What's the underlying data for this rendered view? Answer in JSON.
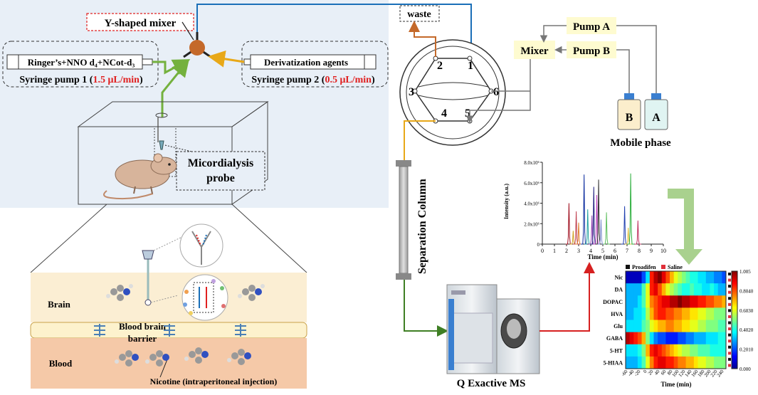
{
  "labels": {
    "y_mixer": "Y-shaped  mixer",
    "syringe1_content": "Ringer’s+NNO d₄+NCot-d₃",
    "syringe1_caption": "Syringe pump 1 (",
    "syringe1_rate": "1.5 μL/min",
    "syringe1_close": ")",
    "syringe2_content": "Derivatization  agents",
    "syringe2_caption": "Syringe pump 2 (",
    "syringe2_rate": "0.5 μL/min",
    "syringe2_close": ")",
    "probe_line1": "Micordialysis",
    "probe_line2": "probe",
    "waste": "waste",
    "mixer": "Mixer",
    "pump_a": "Pump A",
    "pump_b": "Pump B",
    "bottle_a": "A",
    "bottle_b": "B",
    "mobile_phase": "Mobile phase",
    "column": "Separation Column",
    "ms": "Q Exactive MS",
    "brain": "Brain",
    "bbb_line1": "Blood brain",
    "bbb_line2": "barrier",
    "blood": "Blood",
    "nicotine": "Nicotine (intraperitoneal injection)",
    "valve_ports": [
      "1",
      "2",
      "3",
      "4",
      "5",
      "6"
    ]
  },
  "colors": {
    "pump_box": "#fefbd0",
    "panel": "#e8eff7",
    "brain_layer": "#fbeed3",
    "blood_layer": "#f5c9a8",
    "red_text": "#e02020",
    "blue_line": "#1a6fb8",
    "green_line": "#74b13e",
    "orange_line": "#e8a818",
    "brown_line": "#c4692a",
    "dark_green": "#3f7f24",
    "red_line": "#d62020"
  },
  "chart_data": [
    {
      "type": "line",
      "title": "",
      "xlabel": "Time (min)",
      "ylabel": "Intensity (a.u.)",
      "xlim": [
        0,
        10
      ],
      "ylim": [
        0,
        8
      ],
      "x_ticks": [
        "0",
        "1",
        "2",
        "3",
        "4",
        "5",
        "6",
        "7",
        "8",
        "9",
        "10"
      ],
      "y_ticks": [
        "0",
        "2.0x10⁶",
        "4.0x10⁶",
        "6.0x10⁶",
        "8.0x10⁶"
      ],
      "peaks": [
        {
          "rt": 2.2,
          "h": 4.0,
          "color": "#a01020"
        },
        {
          "rt": 2.55,
          "h": 1.3,
          "color": "#d0a020"
        },
        {
          "rt": 2.8,
          "h": 3.2,
          "color": "#c04050"
        },
        {
          "rt": 3.0,
          "h": 2.1,
          "color": "#e08030"
        },
        {
          "rt": 3.45,
          "h": 6.8,
          "color": "#1030a0"
        },
        {
          "rt": 3.75,
          "h": 3.4,
          "color": "#20a0a0"
        },
        {
          "rt": 4.1,
          "h": 2.8,
          "color": "#9040b0"
        },
        {
          "rt": 4.25,
          "h": 5.6,
          "color": "#202080"
        },
        {
          "rt": 4.5,
          "h": 4.8,
          "color": "#c040c0"
        },
        {
          "rt": 4.65,
          "h": 6.3,
          "color": "#303030"
        },
        {
          "rt": 4.85,
          "h": 2.4,
          "color": "#8090d0"
        },
        {
          "rt": 5.3,
          "h": 3.1,
          "color": "#60c060"
        },
        {
          "rt": 6.8,
          "h": 3.7,
          "color": "#2040b0"
        },
        {
          "rt": 7.1,
          "h": 1.6,
          "color": "#e0c040"
        },
        {
          "rt": 7.3,
          "h": 6.9,
          "color": "#30b040"
        },
        {
          "rt": 7.9,
          "h": 2.3,
          "color": "#c03060"
        }
      ]
    },
    {
      "type": "heatmap",
      "xlabel": "Time (min)",
      "legend": [
        "Proadifen",
        "Saline"
      ],
      "legend_colors": [
        "#111111",
        "#e0303a"
      ],
      "rows": [
        "Nic",
        "DA",
        "DOPAC",
        "HVA",
        "Glu",
        "GABA",
        "5-HT",
        "5-HIAA"
      ],
      "x_ticks": [
        "-60",
        "-40",
        "-20",
        "0",
        "20",
        "40",
        "60",
        "80",
        "100",
        "120",
        "140",
        "160",
        "180",
        "200",
        "220",
        "240"
      ],
      "colorbar_ticks": [
        "1.005",
        "0.8040",
        "0.6030",
        "0.4020",
        "0.2010",
        "0.000"
      ],
      "values": [
        [
          0.05,
          0.05,
          0.05,
          0.05,
          0.2,
          0.35,
          0.85,
          0.95,
          1.0,
          0.9,
          0.8,
          0.7,
          0.6,
          0.55,
          0.5,
          0.45,
          0.4,
          0.4,
          0.35,
          0.35,
          0.3,
          0.3,
          0.25,
          0.25,
          0.2
        ],
        [
          0.3,
          0.3,
          0.3,
          0.3,
          0.45,
          0.6,
          0.85,
          0.9,
          0.8,
          0.7,
          0.6,
          0.55,
          0.5,
          0.45,
          0.4,
          0.4,
          0.45,
          0.4,
          0.4,
          0.35,
          0.35,
          0.4,
          0.35,
          0.3,
          0.3
        ],
        [
          0.3,
          0.3,
          0.3,
          0.35,
          0.45,
          0.6,
          0.75,
          0.8,
          0.85,
          0.9,
          0.9,
          0.95,
          0.95,
          1.0,
          0.95,
          0.95,
          0.9,
          0.9,
          0.85,
          0.85,
          0.8,
          0.8,
          0.75,
          0.75,
          0.7
        ],
        [
          0.3,
          0.3,
          0.35,
          0.35,
          0.4,
          0.55,
          0.7,
          0.8,
          0.85,
          0.85,
          0.8,
          0.8,
          0.75,
          0.75,
          0.7,
          0.7,
          0.65,
          0.65,
          0.6,
          0.6,
          0.55,
          0.55,
          0.5,
          0.5,
          0.5
        ],
        [
          0.35,
          0.35,
          0.35,
          0.35,
          0.45,
          0.5,
          0.6,
          0.65,
          0.7,
          0.7,
          0.75,
          0.75,
          0.7,
          0.7,
          0.65,
          0.65,
          0.6,
          0.6,
          0.55,
          0.55,
          0.5,
          0.5,
          0.5,
          0.45,
          0.45
        ],
        [
          0.95,
          0.9,
          0.85,
          0.8,
          0.7,
          0.5,
          0.35,
          0.25,
          0.2,
          0.2,
          0.15,
          0.15,
          0.15,
          0.2,
          0.2,
          0.25,
          0.25,
          0.3,
          0.3,
          0.3,
          0.35,
          0.35,
          0.35,
          0.4,
          0.4
        ],
        [
          0.35,
          0.35,
          0.35,
          0.4,
          0.5,
          0.7,
          0.85,
          0.9,
          0.85,
          0.8,
          0.75,
          0.7,
          0.65,
          0.6,
          0.55,
          0.55,
          0.5,
          0.5,
          0.45,
          0.45,
          0.45,
          0.4,
          0.4,
          0.4,
          0.4
        ],
        [
          0.3,
          0.3,
          0.3,
          0.35,
          0.45,
          0.6,
          0.75,
          0.85,
          0.9,
          0.9,
          0.85,
          0.85,
          0.8,
          0.75,
          0.75,
          0.7,
          0.7,
          0.65,
          0.6,
          0.6,
          0.55,
          0.55,
          0.5,
          0.5,
          0.5
        ]
      ]
    }
  ]
}
